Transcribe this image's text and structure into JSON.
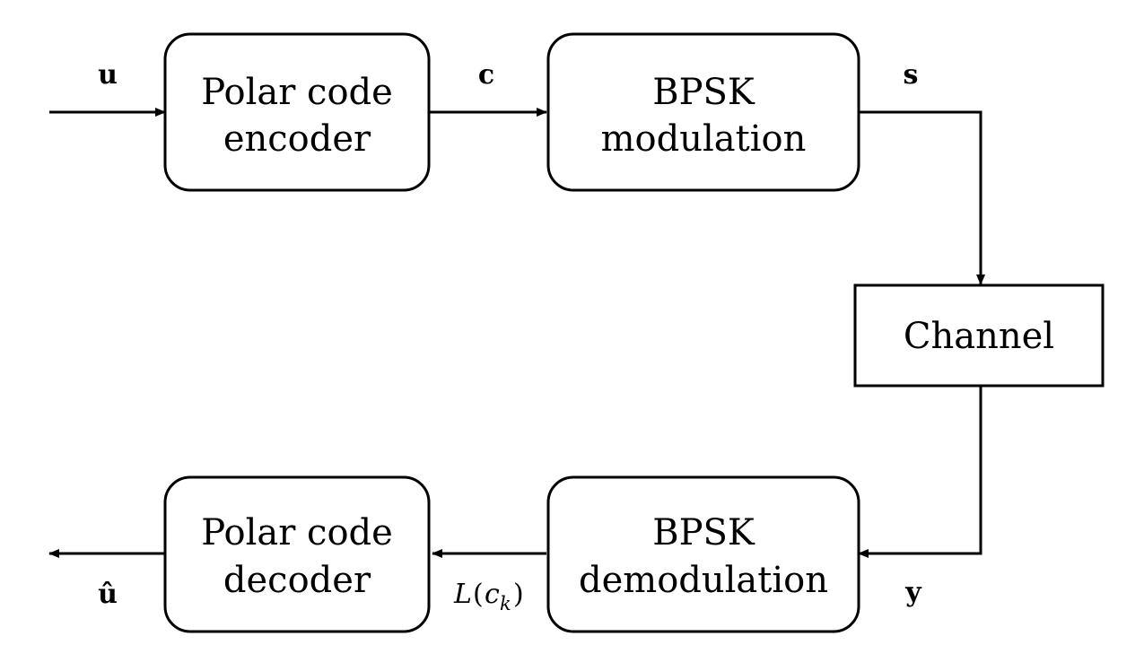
{
  "blocks": {
    "encoder": {
      "line1": "Polar code",
      "line2": "encoder"
    },
    "modulator": {
      "line1": "BPSK",
      "line2": "modulation"
    },
    "channel": {
      "label": "Channel"
    },
    "demodulator": {
      "line1": "BPSK",
      "line2": "demodulation"
    },
    "decoder": {
      "line1": "Polar code",
      "line2": "decoder"
    }
  },
  "signals": {
    "input": "u",
    "codeword": "c",
    "modulated": "s",
    "received": "y",
    "llr": {
      "func": "L",
      "open": "(",
      "var": "c",
      "sub": "k",
      "close": ")"
    },
    "estimate": "û"
  }
}
